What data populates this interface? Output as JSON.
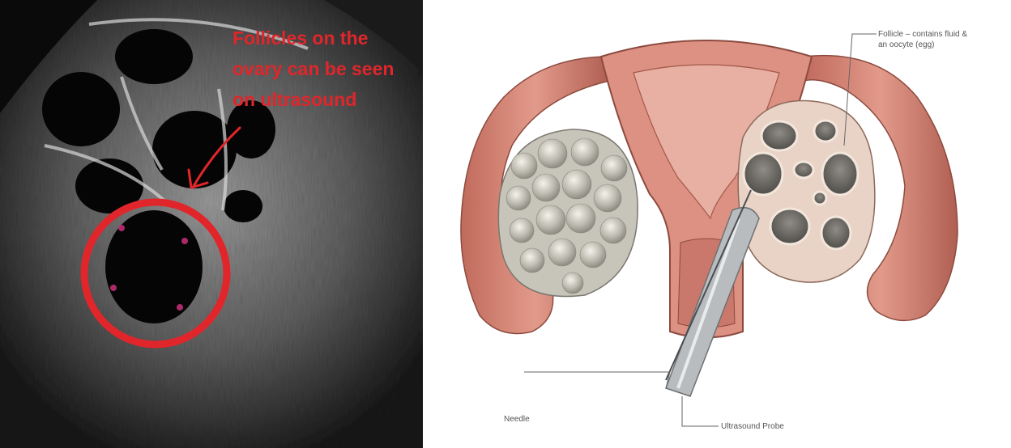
{
  "ultrasound": {
    "caption": "Follicles on the\novary can be seen\non ultrasound",
    "annotation_color": "#e0262b"
  },
  "diagram": {
    "labels": {
      "follicle": "Follicle – contains fluid &\nan oocyte (egg)",
      "needle": "Needle",
      "probe": "Ultrasound Probe"
    },
    "tissue_color": "#d9897a",
    "ovary_color": "#d6d2c6"
  }
}
